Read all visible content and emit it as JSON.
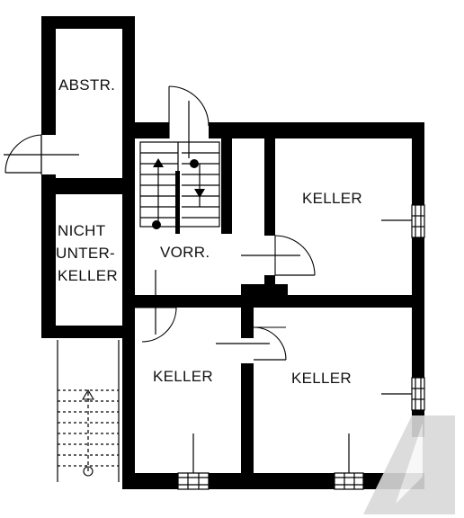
{
  "rooms": {
    "abstr": "ABSTR.",
    "nicht_line1": "NICHT",
    "nicht_line2": "UNTER-",
    "nicht_line3": "KELLER",
    "vorr": "VORR.",
    "keller_upper_right": "KELLER",
    "keller_lower_left": "KELLER",
    "keller_lower_right": "KELLER"
  },
  "colors": {
    "wall": "#000000",
    "background": "#ffffff",
    "watermark": "#d9d9d9"
  }
}
